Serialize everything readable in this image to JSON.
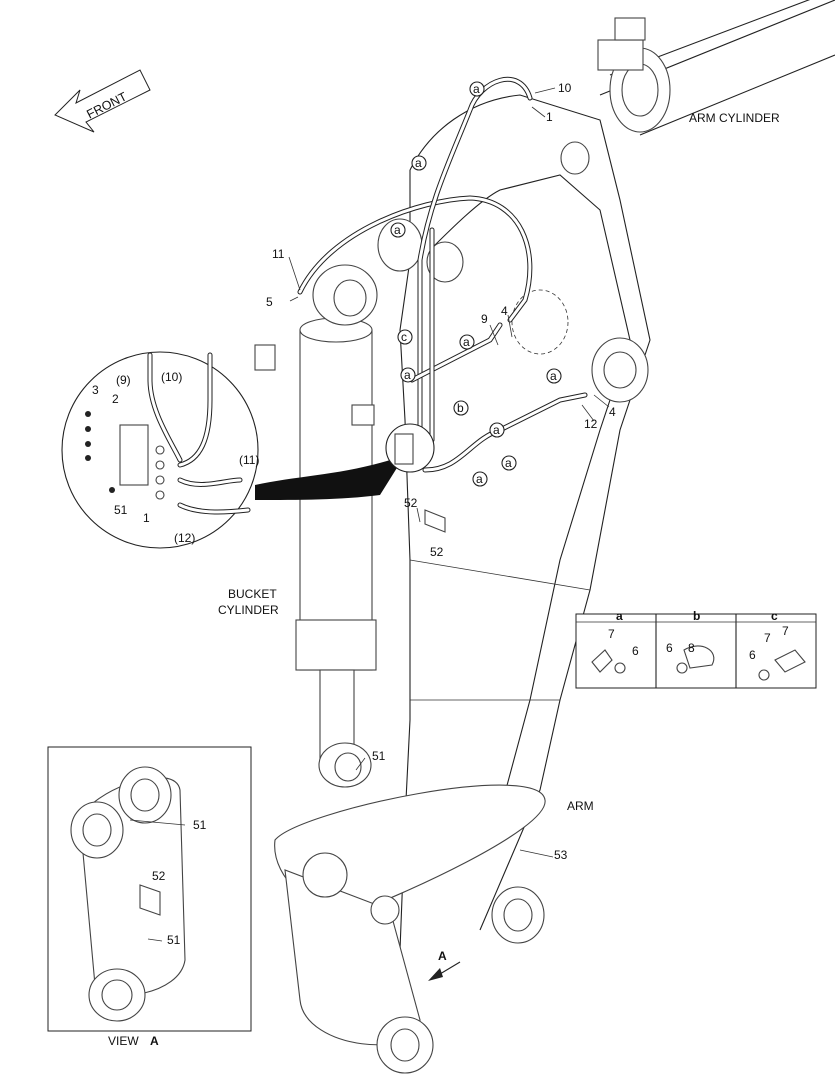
{
  "front_label": "FRONT",
  "component_labels": {
    "arm_cylinder": "ARM CYLINDER",
    "bucket_cylinder_line1": "BUCKET",
    "bucket_cylinder_line2": "CYLINDER",
    "arm": "ARM",
    "view_prefix": "VIEW",
    "view_letter": "A",
    "view_arrow_letter": "A"
  },
  "clip_letters": {
    "a": "a",
    "b": "b",
    "c": "c"
  },
  "part_numbers": {
    "p1": "1",
    "p2": "2",
    "p3": "3",
    "p4": "4",
    "p5": "5",
    "p6": "6",
    "p7": "7",
    "p8": "8",
    "p9": "9",
    "p10": "10",
    "p11": "11",
    "p12": "12",
    "p51": "51",
    "p52": "52",
    "p53": "53",
    "p9_paren": "(9)",
    "p10_paren": "(10)",
    "p11_paren": "(11)",
    "p12_paren": "(12)"
  },
  "legend": {
    "headers": [
      "a",
      "b",
      "c"
    ],
    "a_parts": [
      "7",
      "6"
    ],
    "b_parts": [
      "6",
      "8"
    ],
    "c_parts": [
      "6",
      "7",
      "7"
    ]
  },
  "colors": {
    "line": "#222222",
    "background": "#ffffff",
    "arrow_fill": "#ffffff"
  }
}
